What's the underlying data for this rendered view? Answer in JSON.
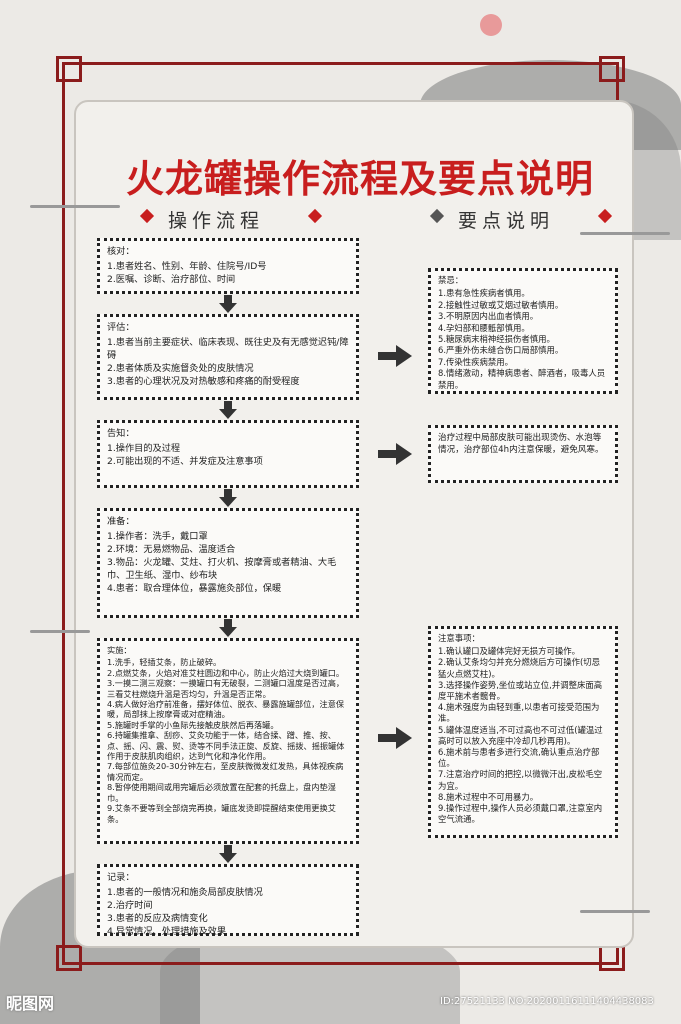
{
  "title": "火龙罐操作流程及要点说明",
  "headings": {
    "left": "操作流程",
    "right": "要点说明"
  },
  "flow": [
    {
      "head": "核对：",
      "lines": [
        "1.患者姓名、性别、年龄、住院号/ID号",
        "2.医嘱、诊断、治疗部位、时间"
      ]
    },
    {
      "head": "评估：",
      "lines": [
        "1.患者当前主要症状、临床表现、既往史及有无感觉迟钝/障碍",
        "2.患者体质及实施督灸处的皮肤情况",
        "3.患者的心理状况及对热敏感和疼痛的耐受程度"
      ]
    },
    {
      "head": "告知：",
      "lines": [
        "1.操作目的及过程",
        "2.可能出现的不适、并发症及注意事项"
      ]
    },
    {
      "head": "准备：",
      "lines": [
        "1.操作者：洗手，戴口罩",
        "2.环境：无易燃物品、温度适合",
        "3.物品：火龙罐、艾炷、打火机、按摩膏或者精油、大毛巾、卫生纸、湿巾、纱布块",
        "4.患者：取合理体位，暴露施灸部位，保暖"
      ]
    },
    {
      "head": "实施：",
      "lines": [
        "1.洗手，轻插艾条，防止破碎。",
        "2.点燃艾条，火焰对准艾柱圆边和中心，防止火焰过大烧到罐口。",
        "3.一摸二测三观察：一摸罐口有无破裂，二测罐口温度是否过高，三看艾柱燃烧升温是否均匀，升温是否正常。",
        "4.病人做好治疗前准备，摆好体位、脱衣、暴露施罐部位，注意保暖，局部抹上按摩膏或对症精油。",
        "5.施罐时手掌的小鱼际先接触皮肤然后再落罐。",
        "6.持罐集推拿、刮痧、艾灸功能于一体，结合揉、蹭、推、按、点、摇、闪、震、熨、烫等不同手法正旋、反旋、摇拨、摇振罐体作用于皮肤肌肉组织，达到气化和净化作用。",
        "7.每部位施灸20-30分钟左右，至皮肤微微发红发热，具体视疾病情况而定。",
        "8.暂停使用期间或用完罐后必须放置在配套的托盘上，盘内垫湿巾。",
        "9.艾条不要等到全部烧完再换，罐底发烫即提醒结束使用更换艾条。"
      ]
    },
    {
      "head": "记录：",
      "lines": [
        "1.患者的一般情况和施灸局部皮肤情况",
        "2.治疗时间",
        "3.患者的反应及病情变化",
        "4.异常情况、处理措施及效果"
      ]
    }
  ],
  "notes": [
    {
      "head": "禁忌：",
      "lines": [
        "1.患有急性疾病者慎用。",
        "2.接触性过敏或艾烟过敏者慎用。",
        "3.不明原因内出血者慎用。",
        "4.孕妇部和腰骶部慎用。",
        "5.糖尿病末梢神经损伤者慎用。",
        "6.严重外伤未缝合伤口局部慎用。",
        "7.传染性疾病禁用。",
        "8.情绪激动，精神病患者、醉酒者，吸毒人员禁用。"
      ]
    },
    {
      "head": "",
      "lines": [
        "治疗过程中局部皮肤可能出现烫伤、水泡等情况，治疗部位4h内注意保暖，避免风寒。"
      ]
    },
    {
      "head": "注意事项：",
      "lines": [
        "1.确认罐口及罐体完好无损方可操作。",
        "2.确认艾条均匀并充分燃烧后方可操作(切忌猛火点燃艾柱)。",
        "3.选择操作姿势,坐位或站立位,并调整床面高度平施术者髋骨。",
        "4.施术强度为由轻到重,以患者可接受范围为准。",
        "5.罐体温度适当,不可过高也不可过低(罐温过高时可以放入充座中冷却几秒再用)。",
        "6.施术前与患者多进行交流,确认重点治疗部位。",
        "7.注意治疗时间的把控,以微微汗出,皮松毛空为宜。",
        "8.施术过程中不可用暴力。",
        "9.操作过程中,操作人员必须戴口罩,注意室内空气流通。"
      ]
    }
  ],
  "watermark": {
    "left": "昵图网",
    "right": "ID:27521133 NO:20200116111404438083"
  }
}
